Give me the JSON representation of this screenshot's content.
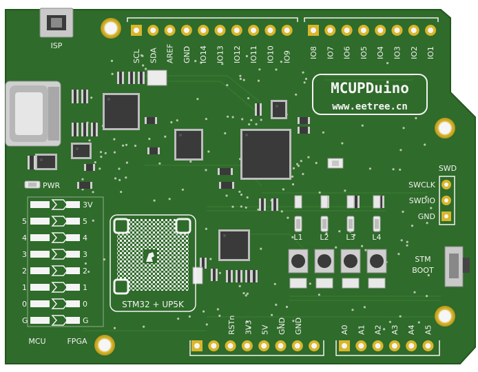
{
  "board": {
    "title": "MCUPDuino",
    "url": "www.eetree.cn",
    "qr_caption": "STM32 + UP5K",
    "colors": {
      "pcb": "#2f6b2a",
      "pcb_edge": "#24561f",
      "silk": "#f4f4f4",
      "gold": "#d9b62a",
      "chip": "#3a3a3a"
    }
  },
  "top_left": {
    "isp_label": "ISP",
    "pwr_label": "PWR"
  },
  "header_left": {
    "pins": [
      "SCL",
      "SDA",
      "AREF",
      "GND",
      "IO14",
      "IO13",
      "IO12",
      "IO11",
      "IO10",
      "IO9"
    ]
  },
  "header_right": {
    "pins": [
      "IO8",
      "IO7",
      "IO6",
      "IO5",
      "IO4",
      "IO3",
      "IO2",
      "IO1"
    ]
  },
  "bottom_power": {
    "pins": [
      "RSTn",
      "3V3",
      "5V",
      "GND",
      "GND"
    ]
  },
  "bottom_analog": {
    "pins": [
      "A0",
      "A1",
      "A2",
      "A3",
      "A4",
      "A5"
    ]
  },
  "jumpers": {
    "left_labels": [
      "5",
      "4",
      "3",
      "2",
      "1",
      "0",
      "G"
    ],
    "right_labels": [
      "3V",
      "5",
      "4",
      "3",
      "2",
      "1",
      "0",
      "G"
    ],
    "mcu_label": "MCU",
    "fpga_label": "FPGA"
  },
  "swd": {
    "title": "SWD",
    "pins": [
      "SWCLK",
      "SWDIO",
      "GND"
    ]
  },
  "leds": [
    "L1",
    "L2",
    "L3",
    "L4"
  ],
  "boot": {
    "line1": "STM",
    "line2": "BOOT"
  }
}
